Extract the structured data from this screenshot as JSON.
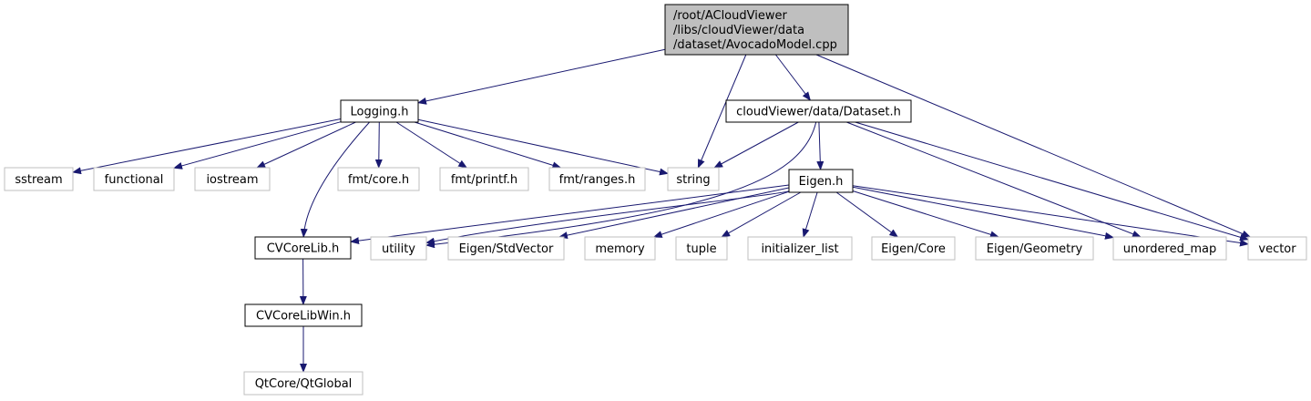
{
  "colors": {
    "edge": "#191970",
    "root_fill": "#bfbfbf",
    "root_stroke": "#000000",
    "project_fill": "#ffffff",
    "project_stroke": "#000000",
    "external_stroke": "#bfbfbf",
    "external_text": "#3f3f3f",
    "background": "#ffffff"
  },
  "nodes": [
    {
      "id": "root",
      "kind": "root",
      "lines": [
        "/root/ACloudViewer",
        "/libs/cloudViewer/data",
        "/dataset/AvocadoModel.cpp"
      ]
    },
    {
      "id": "logging",
      "kind": "project",
      "lines": [
        "Logging.h"
      ]
    },
    {
      "id": "dataset",
      "kind": "project",
      "lines": [
        "cloudViewer/data/Dataset.h"
      ]
    },
    {
      "id": "sstream",
      "kind": "external",
      "lines": [
        "sstream"
      ]
    },
    {
      "id": "functional",
      "kind": "external",
      "lines": [
        "functional"
      ]
    },
    {
      "id": "iostream",
      "kind": "external",
      "lines": [
        "iostream"
      ]
    },
    {
      "id": "fmt_core",
      "kind": "external",
      "lines": [
        "fmt/core.h"
      ]
    },
    {
      "id": "fmt_printf",
      "kind": "external",
      "lines": [
        "fmt/printf.h"
      ]
    },
    {
      "id": "fmt_ranges",
      "kind": "external",
      "lines": [
        "fmt/ranges.h"
      ]
    },
    {
      "id": "string",
      "kind": "external",
      "lines": [
        "string"
      ]
    },
    {
      "id": "eigen",
      "kind": "project",
      "lines": [
        "Eigen.h"
      ]
    },
    {
      "id": "cvcorelib",
      "kind": "project",
      "lines": [
        "CVCoreLib.h"
      ]
    },
    {
      "id": "utility",
      "kind": "external",
      "lines": [
        "utility"
      ]
    },
    {
      "id": "eigen_stdvector",
      "kind": "external",
      "lines": [
        "Eigen/StdVector"
      ]
    },
    {
      "id": "memory",
      "kind": "external",
      "lines": [
        "memory"
      ]
    },
    {
      "id": "tuple",
      "kind": "external",
      "lines": [
        "tuple"
      ]
    },
    {
      "id": "initializer_list",
      "kind": "external",
      "lines": [
        "initializer_list"
      ]
    },
    {
      "id": "eigen_core",
      "kind": "external",
      "lines": [
        "Eigen/Core"
      ]
    },
    {
      "id": "eigen_geometry",
      "kind": "external",
      "lines": [
        "Eigen/Geometry"
      ]
    },
    {
      "id": "unordered_map",
      "kind": "external",
      "lines": [
        "unordered_map"
      ]
    },
    {
      "id": "vector",
      "kind": "external",
      "lines": [
        "vector"
      ]
    },
    {
      "id": "cvcorelibwin",
      "kind": "project",
      "lines": [
        "CVCoreLibWin.h"
      ]
    },
    {
      "id": "qtglobal",
      "kind": "external",
      "lines": [
        "QtCore/QtGlobal"
      ]
    }
  ],
  "edges": [
    {
      "from": "root",
      "to": "logging"
    },
    {
      "from": "root",
      "to": "string"
    },
    {
      "from": "root",
      "to": "dataset"
    },
    {
      "from": "root",
      "to": "vector"
    },
    {
      "from": "logging",
      "to": "sstream"
    },
    {
      "from": "logging",
      "to": "functional"
    },
    {
      "from": "logging",
      "to": "iostream"
    },
    {
      "from": "logging",
      "to": "cvcorelib"
    },
    {
      "from": "logging",
      "to": "fmt_core"
    },
    {
      "from": "logging",
      "to": "fmt_printf"
    },
    {
      "from": "logging",
      "to": "fmt_ranges"
    },
    {
      "from": "logging",
      "to": "string"
    },
    {
      "from": "dataset",
      "to": "string"
    },
    {
      "from": "dataset",
      "to": "utility"
    },
    {
      "from": "dataset",
      "to": "eigen"
    },
    {
      "from": "dataset",
      "to": "unordered_map"
    },
    {
      "from": "dataset",
      "to": "vector"
    },
    {
      "from": "eigen",
      "to": "cvcorelib"
    },
    {
      "from": "eigen",
      "to": "utility"
    },
    {
      "from": "eigen",
      "to": "eigen_stdvector"
    },
    {
      "from": "eigen",
      "to": "memory"
    },
    {
      "from": "eigen",
      "to": "tuple"
    },
    {
      "from": "eigen",
      "to": "initializer_list"
    },
    {
      "from": "eigen",
      "to": "eigen_core"
    },
    {
      "from": "eigen",
      "to": "eigen_geometry"
    },
    {
      "from": "eigen",
      "to": "unordered_map"
    },
    {
      "from": "eigen",
      "to": "vector"
    },
    {
      "from": "cvcorelib",
      "to": "cvcorelibwin"
    },
    {
      "from": "cvcorelibwin",
      "to": "qtglobal"
    }
  ]
}
